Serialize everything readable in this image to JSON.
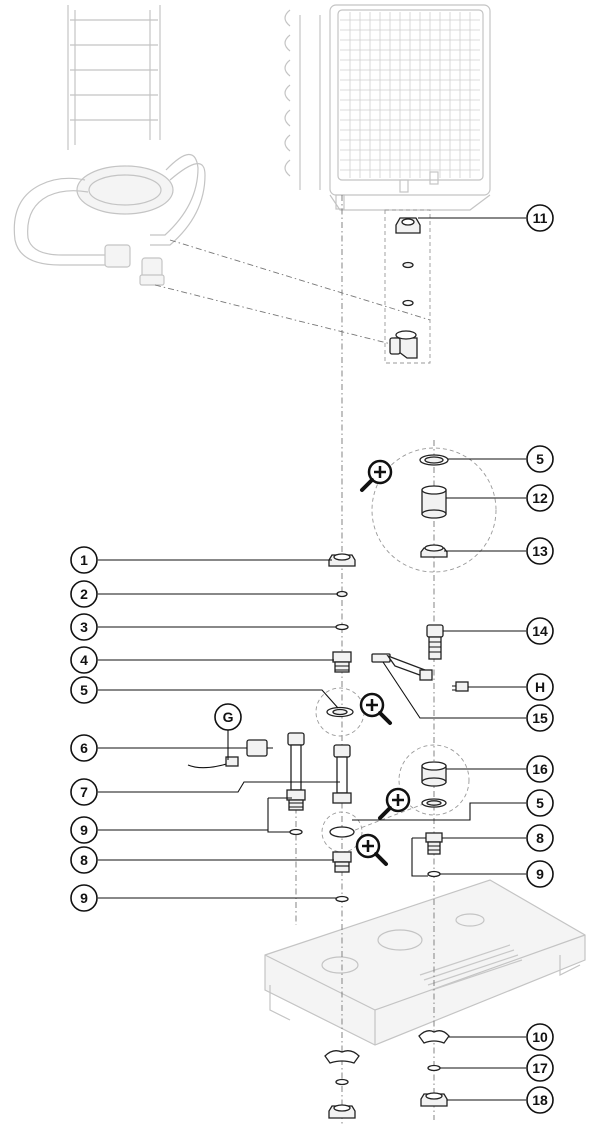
{
  "callouts": {
    "c11": "11",
    "c5a": "5",
    "c12": "12",
    "c13": "13",
    "c1": "1",
    "c2": "2",
    "c3": "3",
    "c4": "4",
    "c5b": "5",
    "cG": "G",
    "c6": "6",
    "c7": "7",
    "c9a": "9",
    "c8a": "8",
    "c9b": "9",
    "c14": "14",
    "cH": "H",
    "c15": "15",
    "c16": "16",
    "c5c": "5",
    "c8b": "8",
    "c9c": "9",
    "c10": "10",
    "c17": "17",
    "c18": "18"
  },
  "icons": {
    "zoom": "zoom-in-icon"
  }
}
